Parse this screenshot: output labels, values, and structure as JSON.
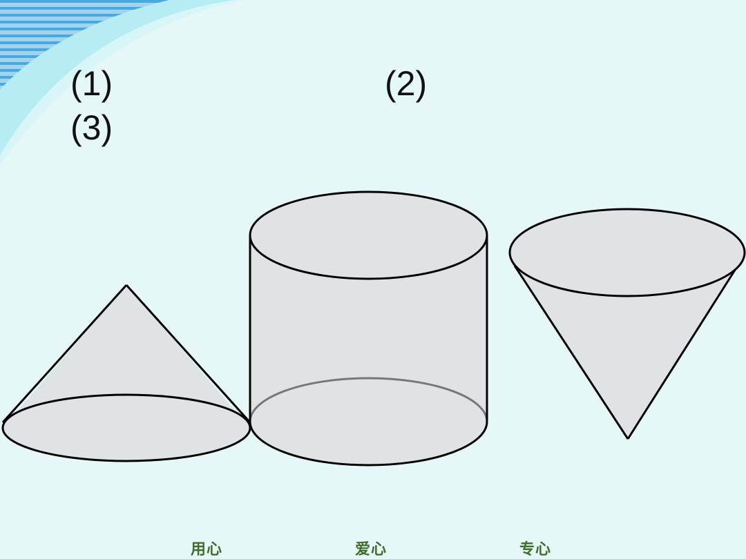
{
  "labels": {
    "one": "(1)",
    "two": "(2)",
    "three": "(3)"
  },
  "footer": {
    "word1": "用心",
    "word2": "爱心",
    "word3": "专心"
  },
  "shapes": [
    "cone",
    "cylinder",
    "inverted-cone"
  ],
  "colors": {
    "background": "#e6f7f7",
    "fill": "#e0e3e4",
    "stroke": "#000000",
    "accent": "#3f6e2c"
  }
}
